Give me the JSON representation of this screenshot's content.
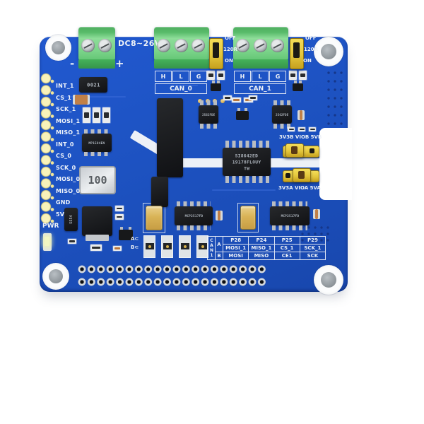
{
  "photo_subject": "2-channel isolated CAN expansion HAT PCB, top view on white background",
  "silkscreen": {
    "power_label": "DC8~26V",
    "minus": "-",
    "plus": "+",
    "can0_title": "CAN_0",
    "can1_title": "CAN_1",
    "terminal_pins": [
      "H",
      "L",
      "G"
    ],
    "terminator_jumper": {
      "off": "OFF",
      "resistor": "120R",
      "on": "ON"
    },
    "left_header_pins": [
      "INT_1",
      "CS_1",
      "SCK_1",
      "MOSI_1",
      "MISO_1",
      "INT_0",
      "CS_0",
      "SCK_0",
      "MOSI_0",
      "MISO_0",
      "GND",
      "5V"
    ],
    "pwr_label": "PWR",
    "vio_b_label": "3V3B VIOB 5VB",
    "vio_a_label": "3V3A VIOA 5VA",
    "row_a_mark": "A⊂",
    "row_b_mark": "B⊂"
  },
  "components": {
    "fuse_marking": "0021",
    "inductor_marking": "100",
    "regulator_marking": "MP1584EN",
    "diode_marking": "SS54",
    "isolator_line1": "SI8642ED",
    "isolator_line2": "19178FLOUY",
    "isolator_line3": "TW",
    "transceiver_marking": "2562FDE",
    "can_controller_marking": "MCP2517FD"
  },
  "pin_table": {
    "group_label": "CAN1",
    "row_group_a": "A",
    "row_group_b": "B",
    "headers": [
      "P28",
      "P24",
      "P25",
      "P29"
    ],
    "row_a": [
      "MOSI_1",
      "MISO_1",
      "CS_1",
      "SCK_1"
    ],
    "row_b": [
      "MOSI",
      "MISO",
      "CE1",
      "SCK"
    ]
  },
  "colors": {
    "background": "#ffffff",
    "pcb_blue": "#1d52c1",
    "silkscreen_white": "#eef2f7",
    "terminal_green": "#7ed48c",
    "jumper_yellow": "#e9cc42",
    "header_pin_yellow": "#f2eaa6"
  }
}
